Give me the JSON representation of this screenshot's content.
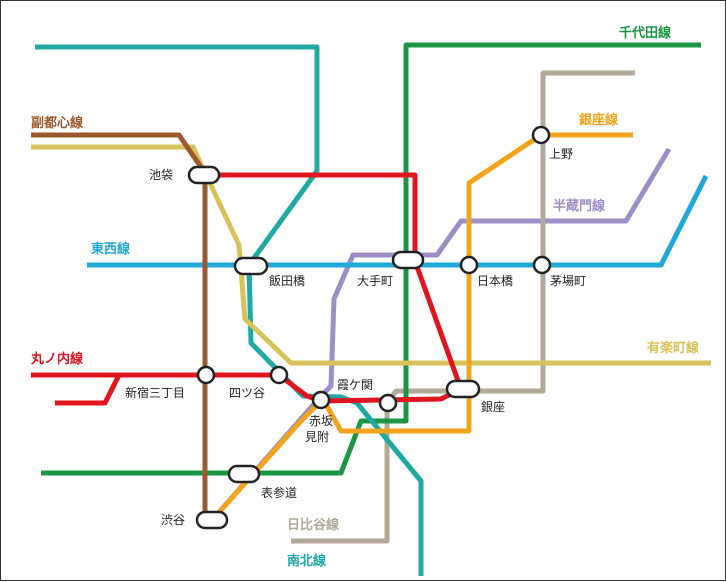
{
  "colors": {
    "chiyoda": "#1a9645",
    "ginza": "#f3a41c",
    "hanzomon": "#9d8ec8",
    "tozai": "#20a8d8",
    "yurakucho": "#d8c35a",
    "marunouchi": "#e0161f",
    "fukutoshin": "#9c5a2c",
    "hibiya": "#b1aa98",
    "namboku": "#1fa9a2"
  },
  "lines": {
    "chiyoda": "千代田線",
    "ginza": "銀座線",
    "hanzomon": "半蔵門線",
    "tozai": "東西線",
    "yurakucho": "有楽町線",
    "marunouchi": "丸ノ内線",
    "fukutoshin": "副都心線",
    "hibiya": "日比谷線",
    "namboku": "南北線"
  },
  "stations": {
    "ikebukuro": "池袋",
    "ueno": "上野",
    "iidabashi": "飯田橋",
    "otemachi": "大手町",
    "nihombashi": "日本橋",
    "kayabacho": "茅場町",
    "shinjuku_sanchome": "新宿三丁目",
    "yotsuya": "四ツ谷",
    "kasumigaseki": "霞ケ関",
    "ginza": "銀座",
    "akasaka_mitsuke_1": "赤坂",
    "akasaka_mitsuke_2": "見附",
    "omotesando": "表参道",
    "shibuya": "渋谷"
  }
}
